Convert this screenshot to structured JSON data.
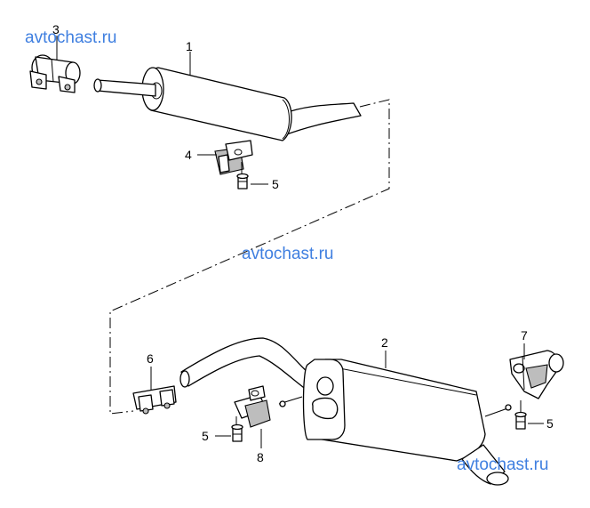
{
  "watermarks": [
    "avtochast.ru",
    "avtochast.ru",
    "avtochast.ru"
  ],
  "callouts": {
    "p1": "1",
    "p2": "2",
    "p3": "3",
    "p4": "4",
    "p5a": "5",
    "p5b": "5",
    "p5c": "5",
    "p6": "6",
    "p7": "7",
    "p8": "8"
  }
}
